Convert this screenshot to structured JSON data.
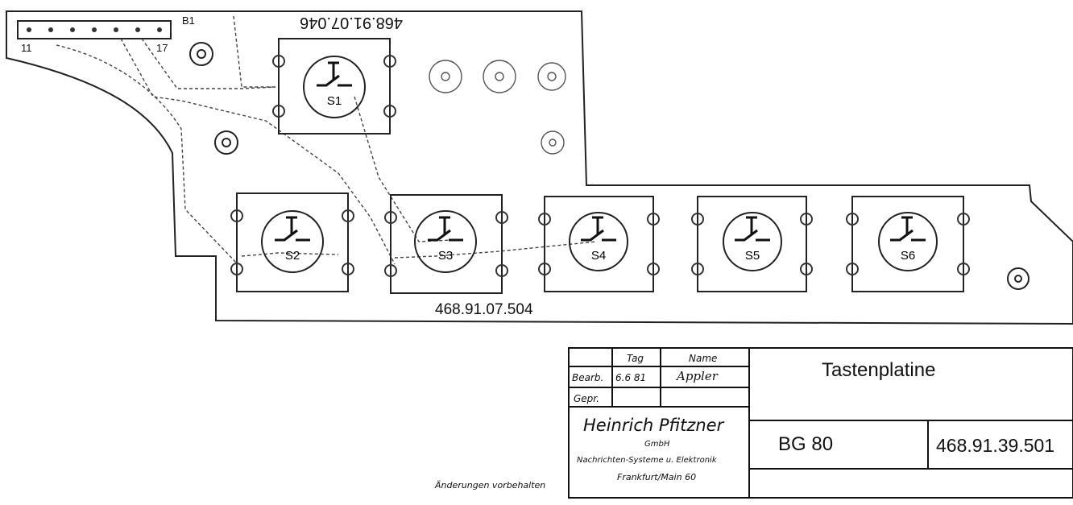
{
  "pcb": {
    "connector_left": "11",
    "connector_right": "17",
    "connector_name": "B1",
    "mirrored_number": "468.91.07.046",
    "board_number": "468.91.07.504",
    "switches": [
      {
        "label": "S1"
      },
      {
        "label": "S2"
      },
      {
        "label": "S3"
      },
      {
        "label": "S4"
      },
      {
        "label": "S5"
      },
      {
        "label": "S6"
      }
    ]
  },
  "title_block": {
    "col_tag": "Tag",
    "col_name": "Name",
    "row_bearb": "Bearb.",
    "row_gepr": "Gepr.",
    "bearb_date": "6.6 81",
    "bearb_name": "Appler",
    "company": "Heinrich Pfitzner",
    "company_form": "GmbH",
    "company_line": "Nachrichten-Systeme u. Elektronik",
    "company_city": "Frankfurt/Main 60",
    "title": "Tastenplatine",
    "device": "BG 80",
    "drawing_number": "468.91.39.501"
  },
  "footer_note": "Änderungen vorbehalten"
}
